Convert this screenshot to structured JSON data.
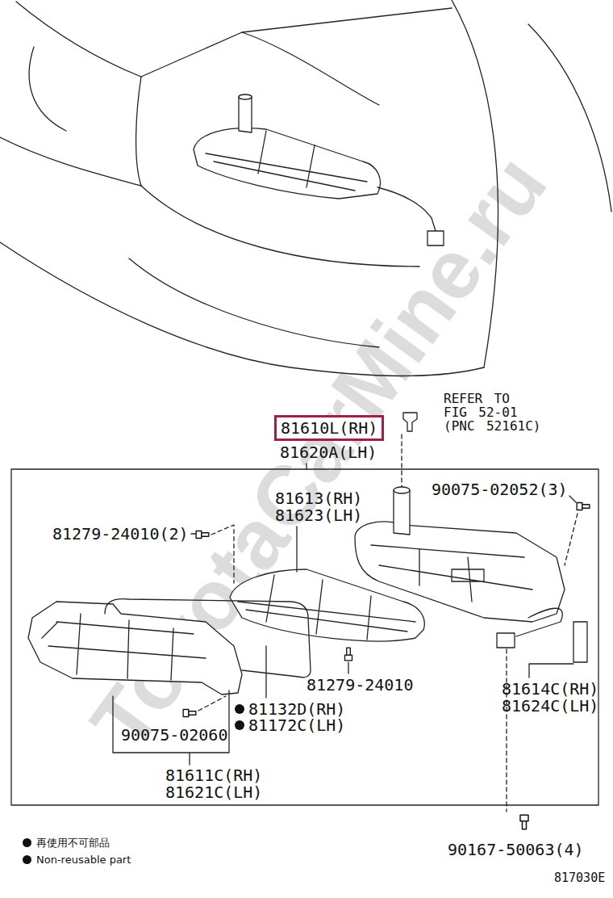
{
  "diagram": {
    "nodes": [
      {
        "text": [
          "81610L(RH)"
        ]
      }
    ],
    "labels": [
      "REFER TO FIG 52-01 (PNC 52161C)",
      "81620A(LH)",
      "90075-02052(3)",
      "81613(RH)",
      "81623(LH)",
      "81279-24010(2)",
      "81279-24010",
      "81614C(RH)",
      "81624C(LH)",
      "81132D(RH)",
      "81172C(LH)",
      "90075-02060",
      "81611C(RH)",
      "81621C(LH)",
      "90167-50063(4)",
      "817030E",
      "ToyotaCarMine.ru"
    ],
    "legend": [
      {
        "text": "再使用不可部品"
      },
      {
        "text": "Non-reusable part"
      }
    ]
  }
}
